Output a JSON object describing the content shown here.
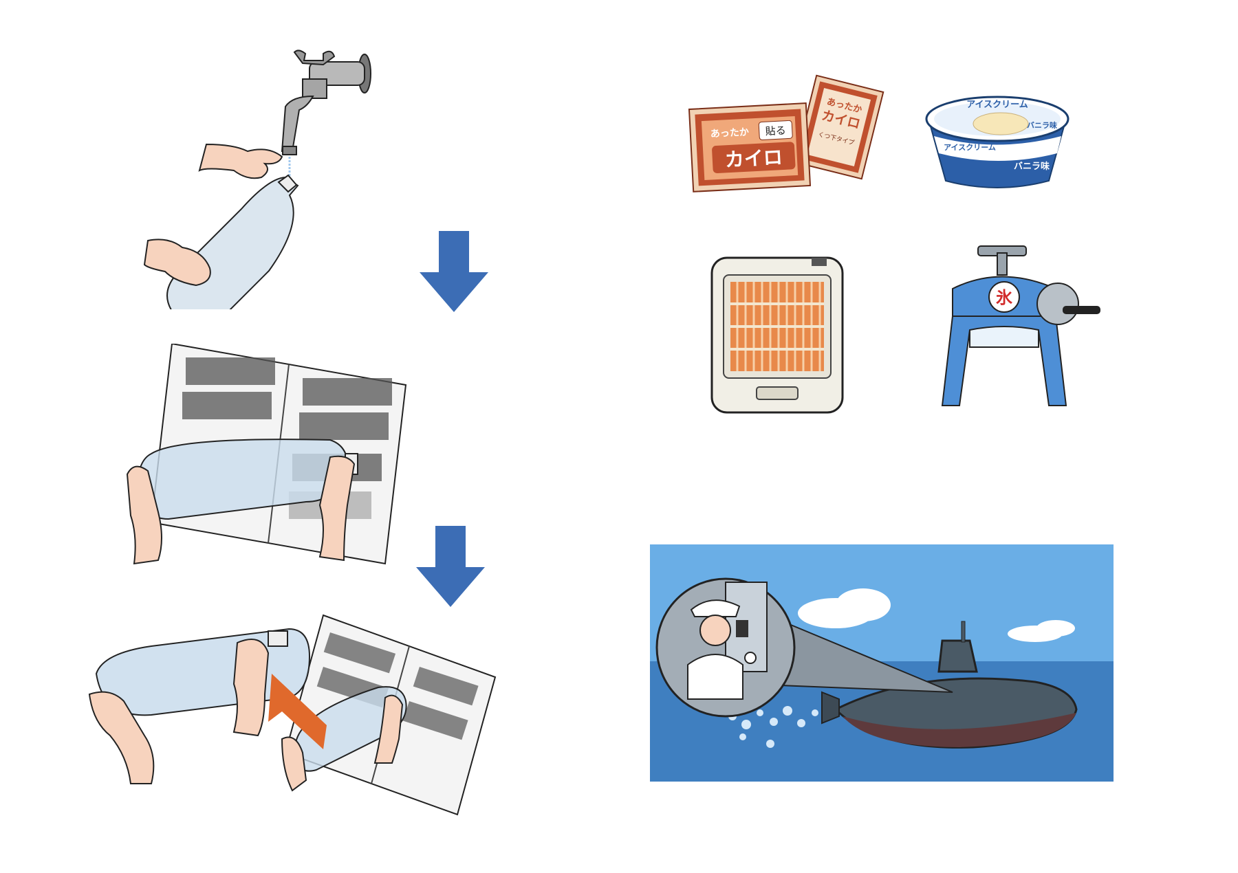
{
  "colors": {
    "arrow_blue": "#3c6db5",
    "arrow_orange": "#e0692c",
    "kairo_red": "#c0502e",
    "sky_blue": "#6aaee6",
    "sea_blue": "#3f7fc0",
    "ice_machine_blue": "#4e8fd6"
  },
  "products": {
    "kairo_front": {
      "brand_small": "あったか",
      "name": "カイロ",
      "badge": "貼る"
    },
    "kairo_back": {
      "brand_small": "あったか",
      "name": "カイロ",
      "note": "くつ下タイプ"
    },
    "ice_cream": {
      "lid_text": "アイスクリーム",
      "side_text": "アイスクリーム",
      "flavor": "バニラ味",
      "flavor_lid": "バニラ味"
    },
    "kakigori_machine": {
      "emblem": "氷"
    }
  },
  "icons": [
    "faucet-icon",
    "bottle-icon",
    "hand-icon",
    "down-arrow-icon",
    "newspaper-icon",
    "orange-arrow-icon",
    "hand-warmer-icon",
    "ice-cream-cup-icon",
    "electric-heater-icon",
    "shaved-ice-machine-icon",
    "submarine-icon",
    "sailor-icon",
    "periscope-icon",
    "cloud-icon"
  ]
}
